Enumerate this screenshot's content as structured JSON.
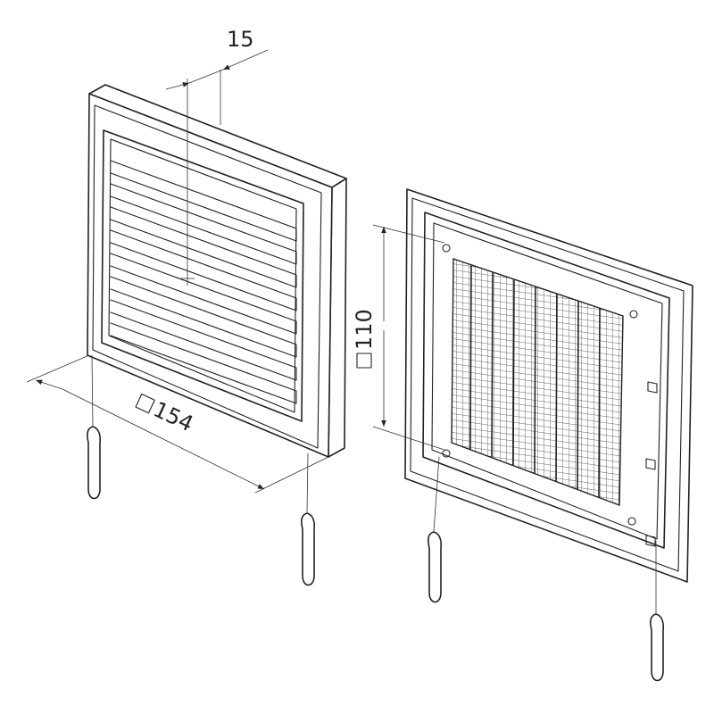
{
  "dimensions": {
    "depth": {
      "value": "15"
    },
    "width": {
      "value": "154",
      "symbol": "square"
    },
    "inner": {
      "value": "110",
      "symbol": "square"
    }
  },
  "icons": {
    "square_symbol": "square-outline-icon",
    "pull_handle": "pull-handle-icon",
    "arrowhead": "arrowhead-icon"
  },
  "colors": {
    "line": "#222222",
    "background": "#ffffff"
  }
}
